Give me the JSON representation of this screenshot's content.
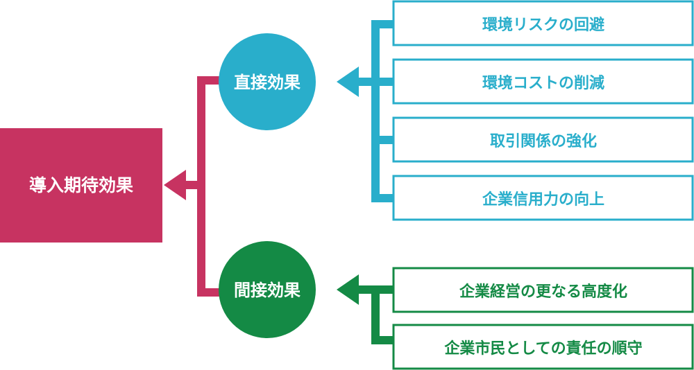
{
  "colors": {
    "root": "#C73361",
    "direct": "#29AECB",
    "indirect": "#148A45",
    "box_fill": "#ffffff"
  },
  "root": {
    "label": "導入期待効果"
  },
  "direct": {
    "label": "直接効果",
    "items": [
      "環境リスクの回避",
      "環境コストの削減",
      "取引関係の強化",
      "企業信用力の向上"
    ]
  },
  "indirect": {
    "label": "間接効果",
    "items": [
      "企業経営の更なる高度化",
      "企業市民としての責任の順守"
    ]
  }
}
